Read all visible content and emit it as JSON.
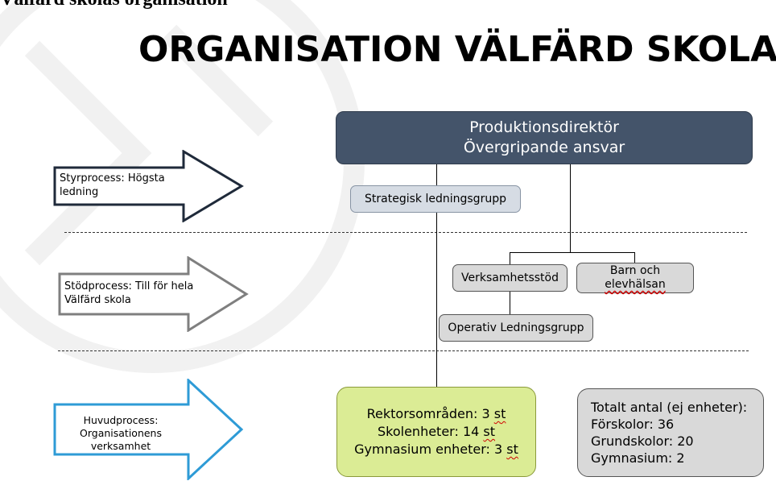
{
  "cut_off_heading": "Välfärd skolas organisation",
  "title": "ORGANISATION VÄLFÄRD SKOLA",
  "top_box": {
    "line1": "Produktionsdirektör",
    "line2": "Övergripande ansvar",
    "color": "#44546a"
  },
  "boxes": {
    "strategisk": "Strategisk ledningsgrupp",
    "verksamhetsstod": "Verksamhetsstöd",
    "barn_line1": "Barn och",
    "barn_line2": "elevhälsan",
    "operativ": "Operativ Ledningsgrupp"
  },
  "units_box": {
    "line1_a": "Rektorsområden: 3 ",
    "line1_b": "st",
    "line2_a": "Skolenheter: 14 ",
    "line2_b": "st",
    "line3_a": "Gymnasium enheter: 3 ",
    "line3_b": "st",
    "color": "#dbec95"
  },
  "totals_box": {
    "heading": "Totalt antal (ej enheter):",
    "item1": "Förskolor: 36",
    "item2": "Grundskolor: 20",
    "item3": "Gymnasium: 2"
  },
  "arrows": [
    {
      "line1": "Styrprocess: Högsta ledning",
      "color": "#1f2a3a"
    },
    {
      "line1": "Stödprocess: Till för hela",
      "line2": "Välfärd skola",
      "color": "#7f7f7f"
    },
    {
      "line1": "Huvudprocess:",
      "line2": "Organisationens",
      "line3": "verksamhet",
      "color": "#2e9bd6"
    }
  ]
}
